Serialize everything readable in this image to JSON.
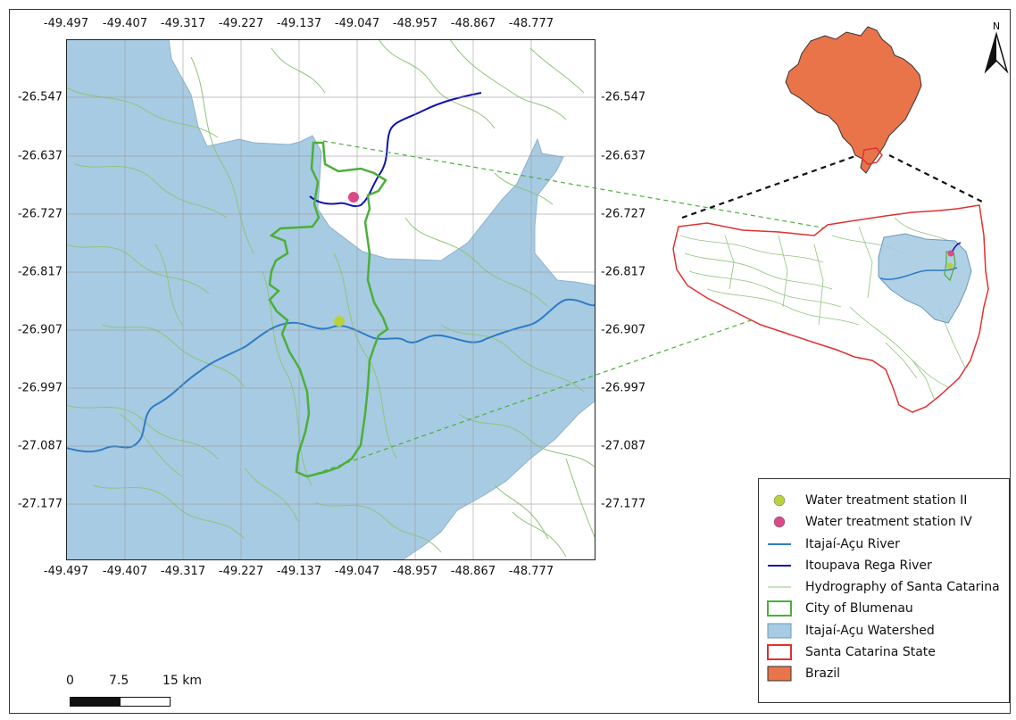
{
  "map": {
    "grid_ticks_x": [
      "-49.497",
      "-49.407",
      "-49.317",
      "-49.227",
      "-49.137",
      "-49.047",
      "-48.957",
      "-48.867",
      "-48.777"
    ],
    "grid_ticks_y": [
      "-26.547",
      "-26.637",
      "-26.727",
      "-26.817",
      "-26.907",
      "-26.997",
      "-27.087",
      "-27.177"
    ]
  },
  "legend": {
    "items": [
      {
        "label": "Water treatment station II",
        "symbol": "point",
        "color": "#b9d13c"
      },
      {
        "label": "Water treatment station IV",
        "symbol": "point",
        "color": "#d94a86"
      },
      {
        "label": "Itajaí-Açu River",
        "symbol": "line",
        "color": "#2e7cc4"
      },
      {
        "label": "Itoupava Rega River",
        "symbol": "line",
        "color": "#1010b0"
      },
      {
        "label": "Hydrography of Santa Catarina",
        "symbol": "line-thin",
        "color": "#8fc47a"
      },
      {
        "label": "City of Blumenau",
        "symbol": "outline",
        "color": "#4caf3a"
      },
      {
        "label": "Itajaí-Açu Watershed",
        "symbol": "fill",
        "color": "#a7cbe2",
        "stroke": "#6e98b5"
      },
      {
        "label": "Santa Catarina State",
        "symbol": "outline",
        "color": "#e03030"
      },
      {
        "label": "Brazil",
        "symbol": "fill",
        "color": "#ea744a",
        "stroke": "#333333"
      }
    ]
  },
  "scalebar": {
    "labels": [
      "0",
      "7.5",
      "15 km"
    ]
  },
  "north_arrow": {
    "label": "N"
  },
  "colors": {
    "watershed": "#a7cbe2",
    "hydrography": "#8fc47a",
    "itajai_river": "#2e7cc4",
    "itoupava_river": "#1010b0",
    "blumenau": "#4caf3a",
    "santa_catarina": "#e03030",
    "brazil": "#ea744a"
  }
}
